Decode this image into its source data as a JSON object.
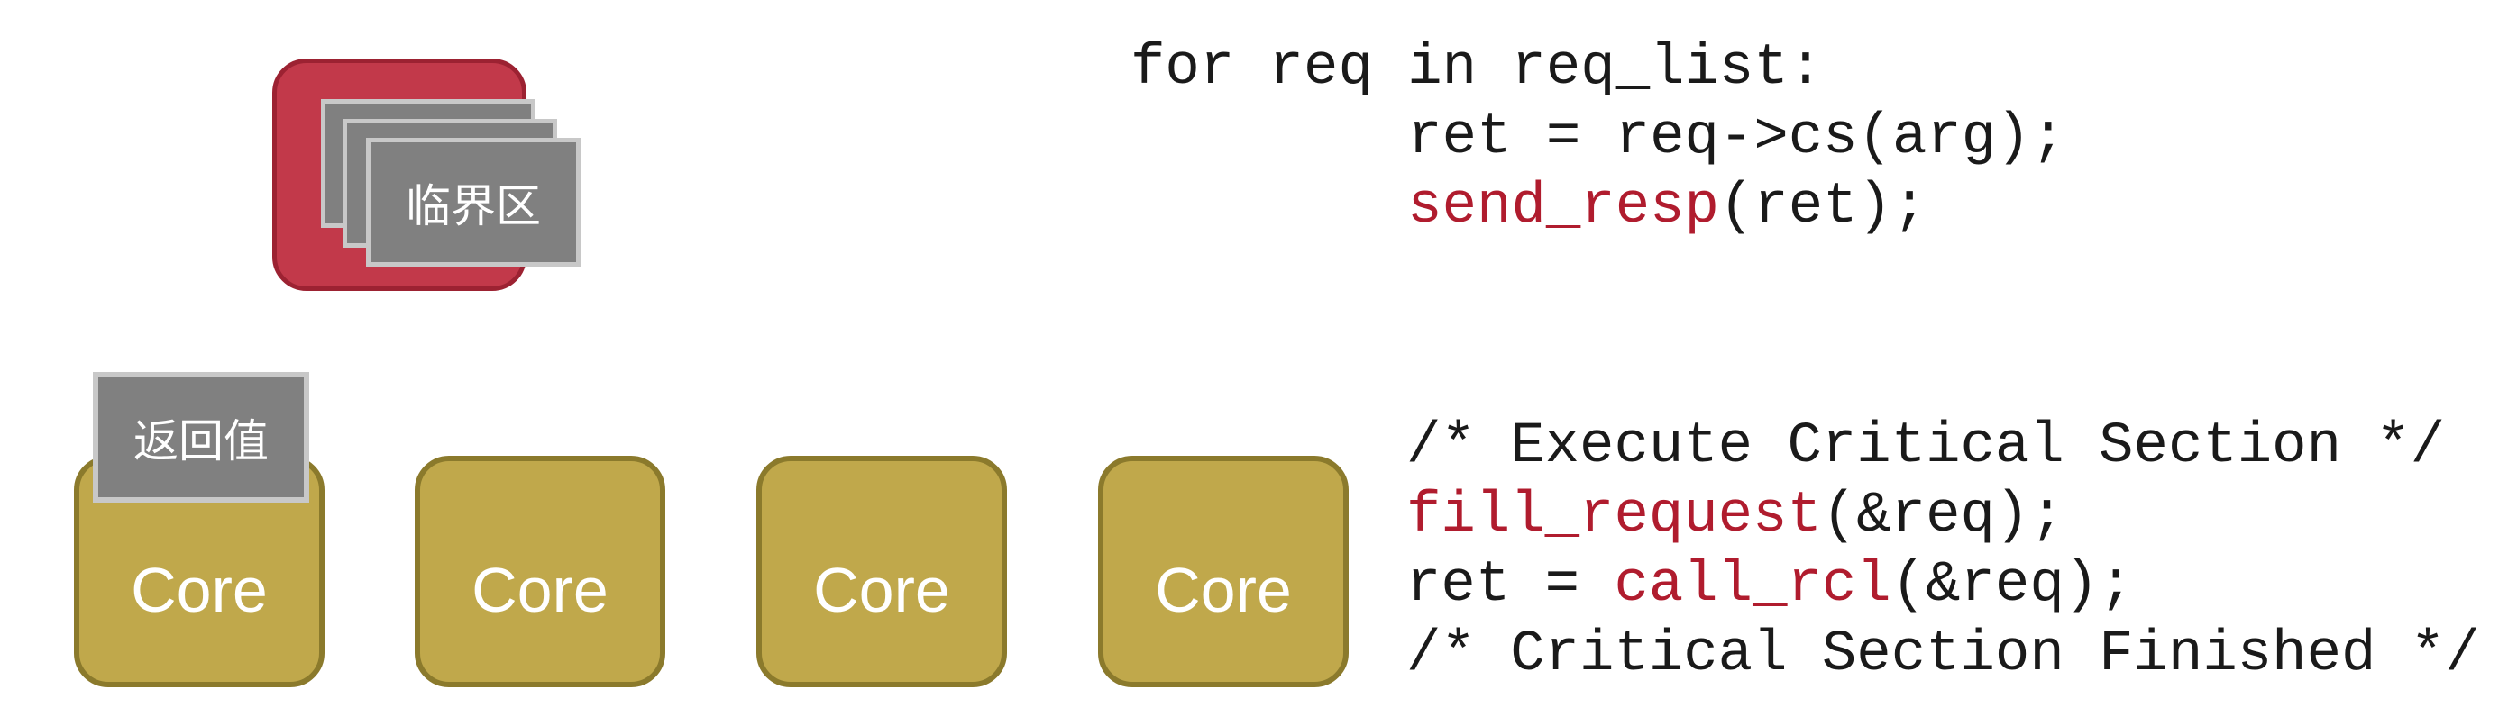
{
  "server": {
    "critical_section_label": "临界区"
  },
  "client": {
    "return_value_label": "返回值",
    "cores": [
      "Core",
      "Core",
      "Core",
      "Core"
    ]
  },
  "server_code": {
    "line1": "for req in req_list:",
    "line2": "ret = req->cs(arg);",
    "line3_fn": "send_resp",
    "line3_rest": "(ret);"
  },
  "client_code": {
    "line1": "/* Execute Critical Section */",
    "line2_fn": "fill_request",
    "line2_rest": "(&req);",
    "line3_pre": "ret = ",
    "line3_fn": "call_rcl",
    "line3_rest": "(&req);",
    "line4": "/* Critical Section Finished */"
  },
  "colors": {
    "server_fill": "#c2394a",
    "core_fill": "#c0a84b",
    "card_fill": "#808080",
    "code_highlight": "#b01c2e"
  }
}
